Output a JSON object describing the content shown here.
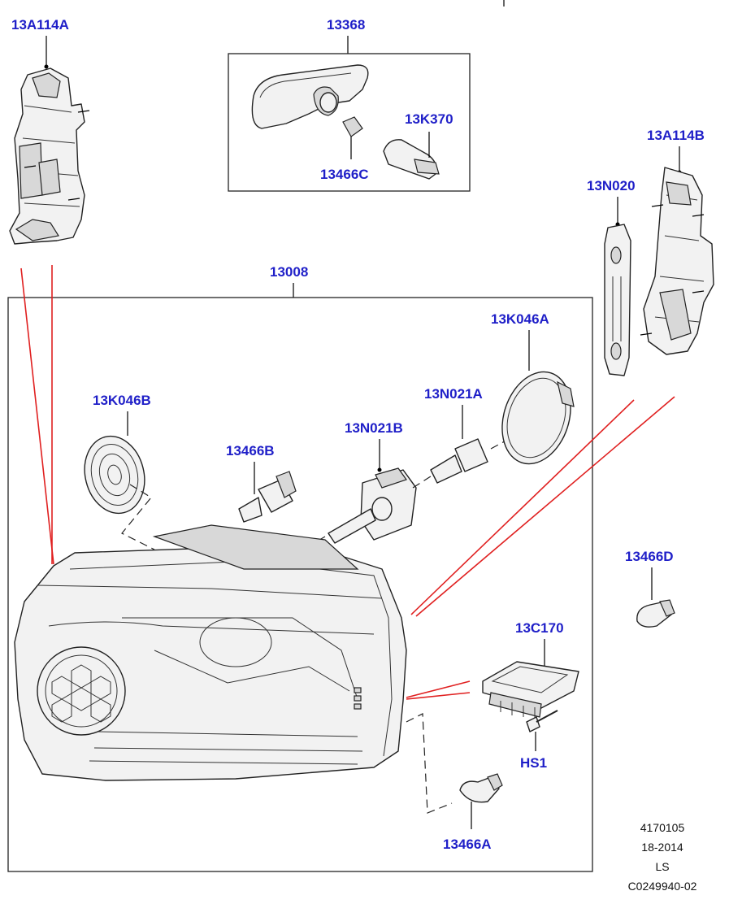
{
  "labels": {
    "13A114A": "13A114A",
    "13368": "13368",
    "13K370": "13K370",
    "13466C": "13466C",
    "13A114B": "13A114B",
    "13N020": "13N020",
    "13008": "13008",
    "13K046A": "13K046A",
    "13K046B": "13K046B",
    "13N021A": "13N021A",
    "13N021B": "13N021B",
    "13466B": "13466B",
    "13466D": "13466D",
    "13C170": "13C170",
    "HS1": "HS1",
    "13466A": "13466A"
  },
  "footer": {
    "line1": "4170105",
    "line2": "18-2014",
    "line3": "LS",
    "line4": "C0249940-02"
  },
  "colors": {
    "label": "#1f1fc8",
    "guide": "#e02020"
  }
}
